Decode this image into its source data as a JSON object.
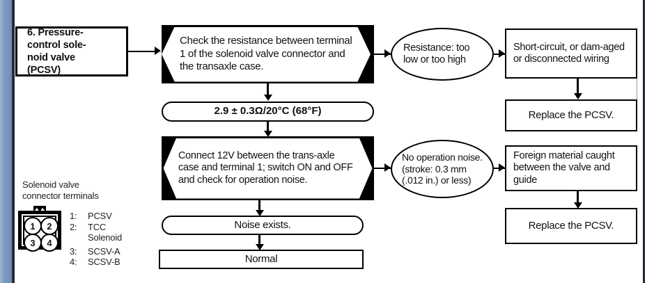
{
  "document": {
    "type": "troubleshooting-flowchart",
    "section_number": "6"
  },
  "flow": {
    "start": {
      "label": "6. Pressure-\ncontrol sole-\nnoid valve\n(PCSV)"
    },
    "check_resistance": {
      "label": "Check the resistance between terminal 1 of the solenoid valve connector and the transaxle case."
    },
    "resistance_spec": {
      "label": "2.9 ± 0.3Ω/20°C (68°F)"
    },
    "resistance_fault": {
      "label": "Resistance: too low or too high"
    },
    "wiring_fault": {
      "label": "Short-circuit, or dam-aged or disconnected wiring"
    },
    "replace_pcsv_top": {
      "label": "Replace the PCSV."
    },
    "connect_12v": {
      "label": "Connect 12V between the trans-axle case and terminal 1; switch ON and OFF and check for operation noise."
    },
    "no_noise": {
      "label": "No operation noise. (stroke: 0.3 mm (.012 in.) or less)"
    },
    "foreign_material": {
      "label": "Foreign material caught between the valve and guide"
    },
    "replace_pcsv_bottom": {
      "label": "Replace the PCSV."
    },
    "noise_exists": {
      "label": "Noise exists."
    },
    "normal": {
      "label": "Normal"
    }
  },
  "legend": {
    "title_line1": "Solenoid valve",
    "title_line2": "connector terminals",
    "pins": [
      {
        "id": "1",
        "position": "top-left"
      },
      {
        "id": "2",
        "position": "top-right"
      },
      {
        "id": "3",
        "position": "bottom-left"
      },
      {
        "id": "4",
        "position": "bottom-right"
      }
    ],
    "entries": [
      {
        "num": "1:",
        "name": "PCSV"
      },
      {
        "num": "2:",
        "name": "TCC"
      },
      {
        "num": "",
        "name": "Solenoid"
      },
      {
        "num": "3:",
        "name": "SCSV-A"
      },
      {
        "num": "4:",
        "name": "SCSV-B"
      }
    ]
  },
  "colors": {
    "ink": "#000000",
    "paper": "#ffffff",
    "left_bar_from": "#9db4d0",
    "left_bar_to": "#6d8cb2",
    "rule": "#1e2433"
  }
}
